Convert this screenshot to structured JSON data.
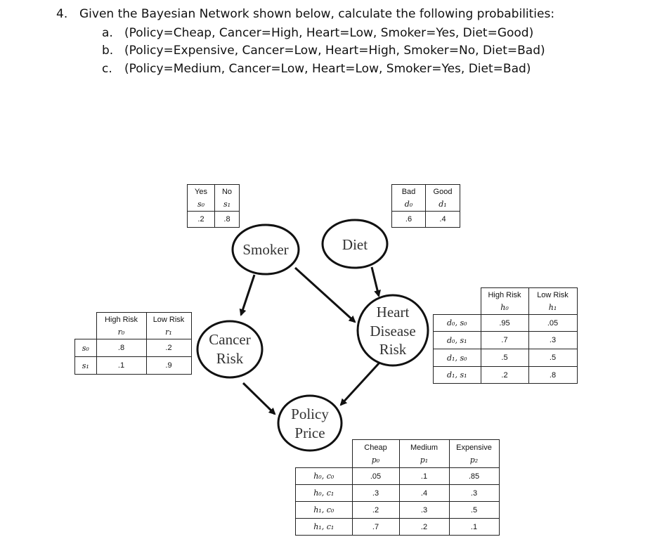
{
  "question": {
    "number": "4.",
    "text": "Given the Bayesian Network shown below, calculate the following probabilities:",
    "items": [
      {
        "letter": "a.",
        "text": "(Policy=Cheap, Cancer=High, Heart=Low, Smoker=Yes, Diet=Good)"
      },
      {
        "letter": "b.",
        "text": "(Policy=Expensive, Cancer=Low, Heart=High, Smoker=No, Diet=Bad)"
      },
      {
        "letter": "c.",
        "text": "(Policy=Medium, Cancer=Low, Heart=Low, Smoker=Yes, Diet=Bad)"
      }
    ]
  },
  "nodes": {
    "smoker": [
      "Smoker"
    ],
    "diet": [
      "Diet"
    ],
    "cancer": [
      "Cancer",
      "Risk"
    ],
    "heart": [
      "Heart",
      "Disease",
      "Risk"
    ],
    "policy": [
      "Policy",
      "Price"
    ]
  },
  "tables": {
    "smoker": {
      "headers": [
        [
          "Yes",
          "s₀"
        ],
        [
          "No",
          "s₁"
        ]
      ],
      "values": [
        ".2",
        ".8"
      ]
    },
    "diet": {
      "headers": [
        [
          "Bad",
          "d₀"
        ],
        [
          "Good",
          "d₁"
        ]
      ],
      "values": [
        ".6",
        ".4"
      ]
    },
    "cancer": {
      "headers": [
        [
          "High Risk",
          "r₀"
        ],
        [
          "Low Risk",
          "r₁"
        ]
      ],
      "rows": [
        {
          "label": "s₀",
          "values": [
            ".8",
            ".2"
          ]
        },
        {
          "label": "s₁",
          "values": [
            ".1",
            ".9"
          ]
        }
      ]
    },
    "heart": {
      "headers": [
        [
          "High Risk",
          "h₀"
        ],
        [
          "Low Risk",
          "h₁"
        ]
      ],
      "rows": [
        {
          "label": "d₀, s₀",
          "values": [
            ".95",
            ".05"
          ]
        },
        {
          "label": "d₀, s₁",
          "values": [
            ".7",
            ".3"
          ]
        },
        {
          "label": "d₁, s₀",
          "values": [
            ".5",
            ".5"
          ]
        },
        {
          "label": "d₁, s₁",
          "values": [
            ".2",
            ".8"
          ]
        }
      ]
    },
    "policy": {
      "headers": [
        [
          "Cheap",
          "p₀"
        ],
        [
          "Medium",
          "p₁"
        ],
        [
          "Expensive",
          "p₂"
        ]
      ],
      "rows": [
        {
          "label": "h₀, c₀",
          "values": [
            ".05",
            ".1",
            ".85"
          ]
        },
        {
          "label": "h₀, c₁",
          "values": [
            ".3",
            ".4",
            ".3"
          ]
        },
        {
          "label": "h₁, c₀",
          "values": [
            ".2",
            ".3",
            ".5"
          ]
        },
        {
          "label": "h₁, c₁",
          "values": [
            ".7",
            ".2",
            ".1"
          ]
        }
      ]
    }
  }
}
